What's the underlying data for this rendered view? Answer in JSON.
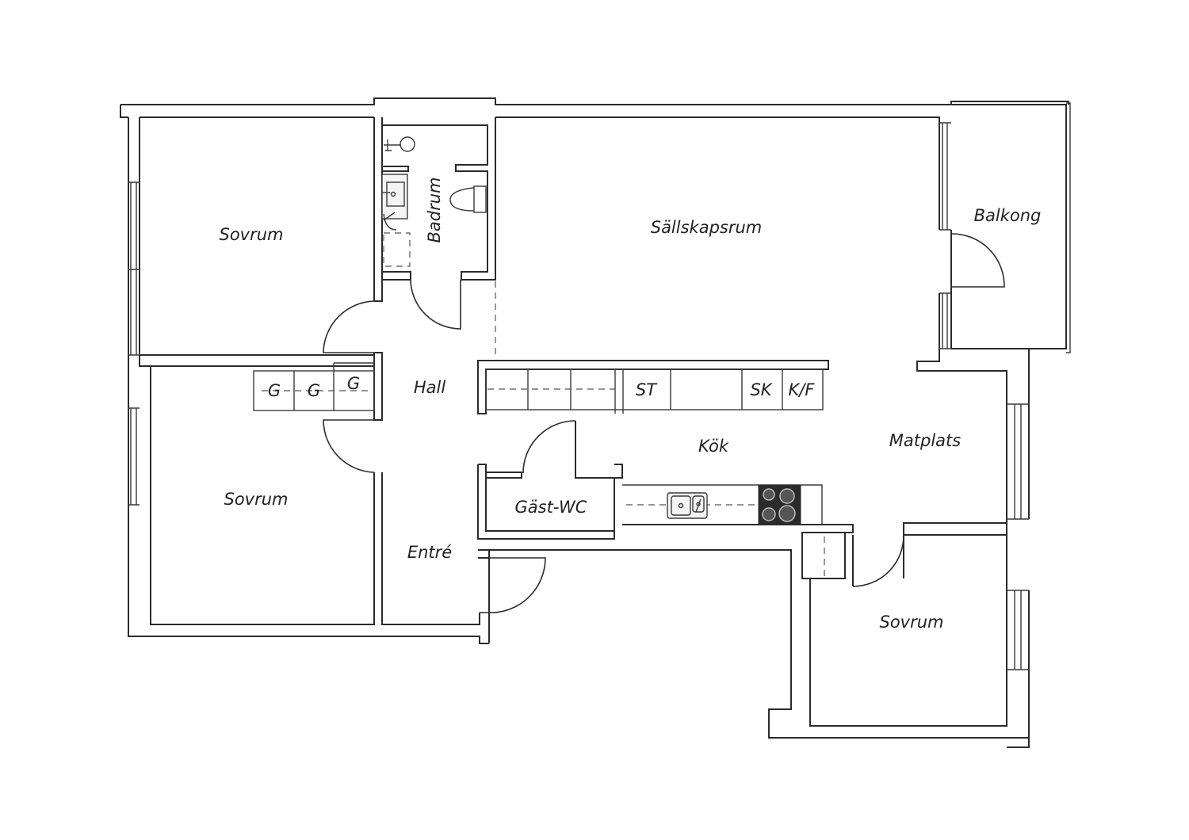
{
  "rooms": {
    "sovrum_1": "Sovrum",
    "badrum": "Badrum",
    "sallskapsrum": "Sällskapsrum",
    "balkong": "Balkong",
    "hall": "Hall",
    "sovrum_2": "Sovrum",
    "kok": "Kök",
    "matplats": "Matplats",
    "gast_wc": "Gäst-WC",
    "entre": "Entré",
    "sovrum_3": "Sovrum"
  },
  "cabinets": {
    "wardrobe_1": "G",
    "wardrobe_2": "G",
    "wardrobe_3": "G",
    "stove_top_cabinet": "ST",
    "sk": "SK",
    "fridge_freezer": "K/F"
  },
  "icons": {
    "shower": "shower-icon",
    "sink": "washbasin-icon",
    "toilet": "toilet-icon",
    "kitchen_sink": "kitchen-sink-icon",
    "stove": "stove-icon"
  }
}
